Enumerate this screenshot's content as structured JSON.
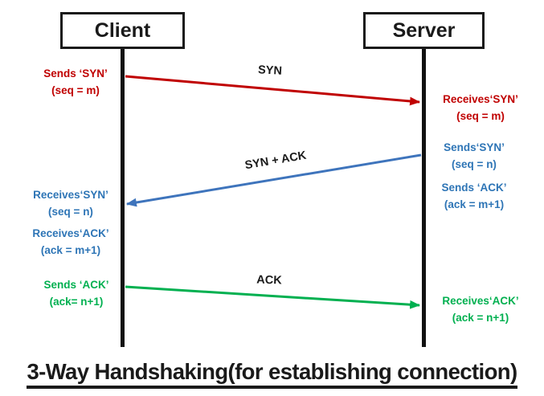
{
  "diagram": {
    "title": "3-Way Handshaking(for establishing connection)",
    "actors": [
      {
        "name": "Client"
      },
      {
        "name": "Server"
      }
    ],
    "colors": {
      "syn": "#C00000",
      "syn_ack_line": "#3E74BC",
      "syn_ack_text": "#2E75B6",
      "ack": "#00B050",
      "ink": "#1a1a1a"
    },
    "messages": [
      {
        "label": "SYN",
        "from": "Client",
        "to": "Server",
        "sender_notes": [
          "Sends ‘SYN’",
          "(seq = m)"
        ],
        "receiver_notes": [
          "Receives‘SYN’",
          "(seq = m)"
        ]
      },
      {
        "label": "SYN + ACK",
        "from": "Server",
        "to": "Client",
        "sender_notes": [
          "Sends‘SYN’",
          "(seq = n)",
          "Sends ‘ACK’",
          "(ack = m+1)"
        ],
        "receiver_notes": [
          "Receives‘SYN’",
          "(seq = n)",
          "Receives‘ACK’",
          "(ack = m+1)"
        ]
      },
      {
        "label": "ACK",
        "from": "Client",
        "to": "Server",
        "sender_notes": [
          "Sends ‘ACK’",
          "(ack= n+1)"
        ],
        "receiver_notes": [
          "Receives‘ACK’",
          "(ack = n+1)"
        ]
      }
    ]
  }
}
